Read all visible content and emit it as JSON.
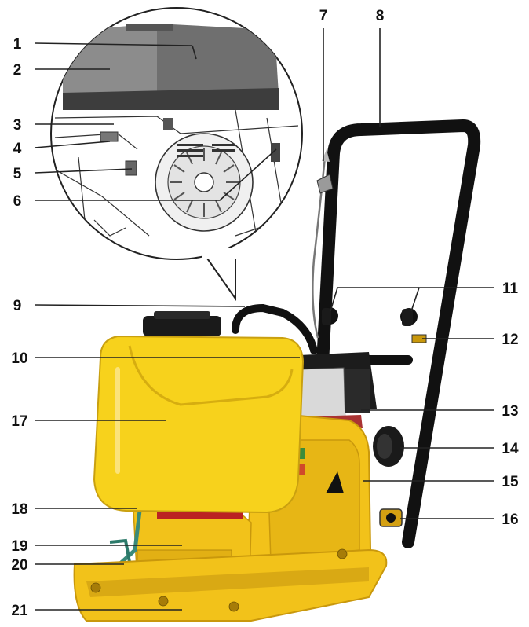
{
  "colors": {
    "machine_yellow": "#f2c21a",
    "machine_yellow_dark": "#c9980c",
    "tank_yellow": "#f7d21c",
    "engine_black": "#1c1c1c",
    "handle_black": "#111111",
    "inset_grey": "#8a8a8a",
    "inset_dark": "#5a5a5a",
    "leader_line": "#222222"
  },
  "callouts": {
    "c1": "1",
    "c2": "2",
    "c3": "3",
    "c4": "4",
    "c5": "5",
    "c6": "6",
    "c7": "7",
    "c8": "8",
    "c9": "9",
    "c10": "10",
    "c11": "11",
    "c12": "12",
    "c13": "13",
    "c14": "14",
    "c15": "15",
    "c16": "16",
    "c17": "17",
    "c18": "18",
    "c19": "19",
    "c20": "20",
    "c21": "21"
  },
  "icons": {
    "inset": "engine-detail-inset-icon",
    "machine": "plate-compactor-icon"
  }
}
